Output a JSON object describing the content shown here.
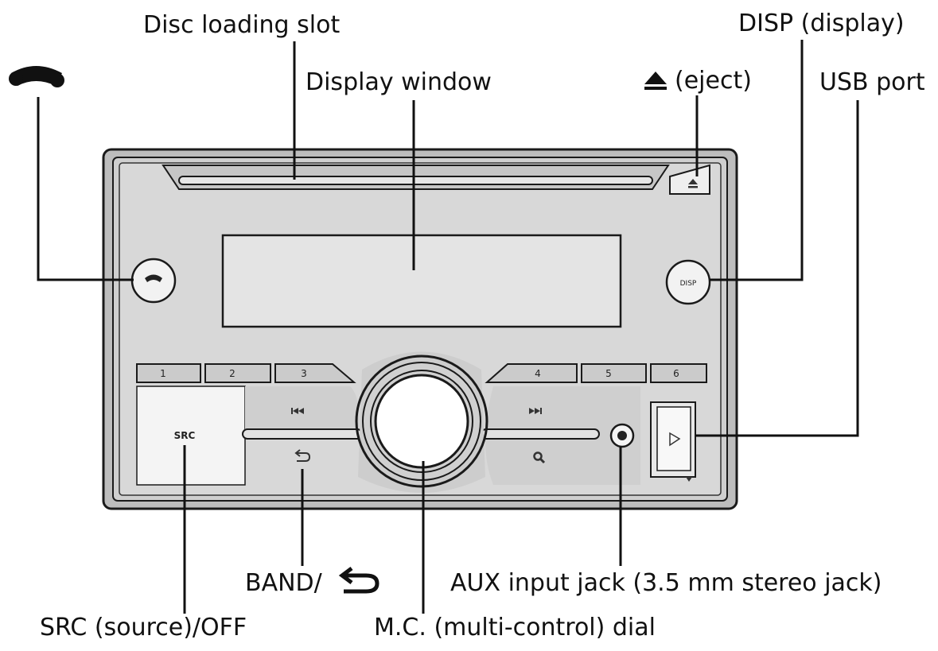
{
  "labels": {
    "disc_slot": "Disc loading slot",
    "display_window": "Display window",
    "eject": "(eject)",
    "disp": "DISP (display)",
    "usb_port": "USB port",
    "band": "BAND/",
    "aux": "AUX input jack (3.5 mm stereo jack)",
    "src": "SRC (source)/OFF",
    "mc_dial": "M.C. (multi-control) dial"
  },
  "keys": {
    "preset_1": "1",
    "preset_2": "2",
    "preset_3": "3",
    "preset_4": "4",
    "preset_5": "5",
    "preset_6": "6",
    "src": "SRC",
    "disp": "DISP"
  },
  "icons": {
    "phone": "phone-icon",
    "eject": "eject-icon",
    "back": "back-arrow-icon",
    "prev": "previous-track-icon",
    "next": "next-track-icon",
    "search": "search-icon",
    "usb": "usb-icon"
  },
  "colors": {
    "panel": "#d8d8d8",
    "frame": "#b5b5b5",
    "display": "#e4e4e4",
    "outline": "#1a1a1a"
  }
}
